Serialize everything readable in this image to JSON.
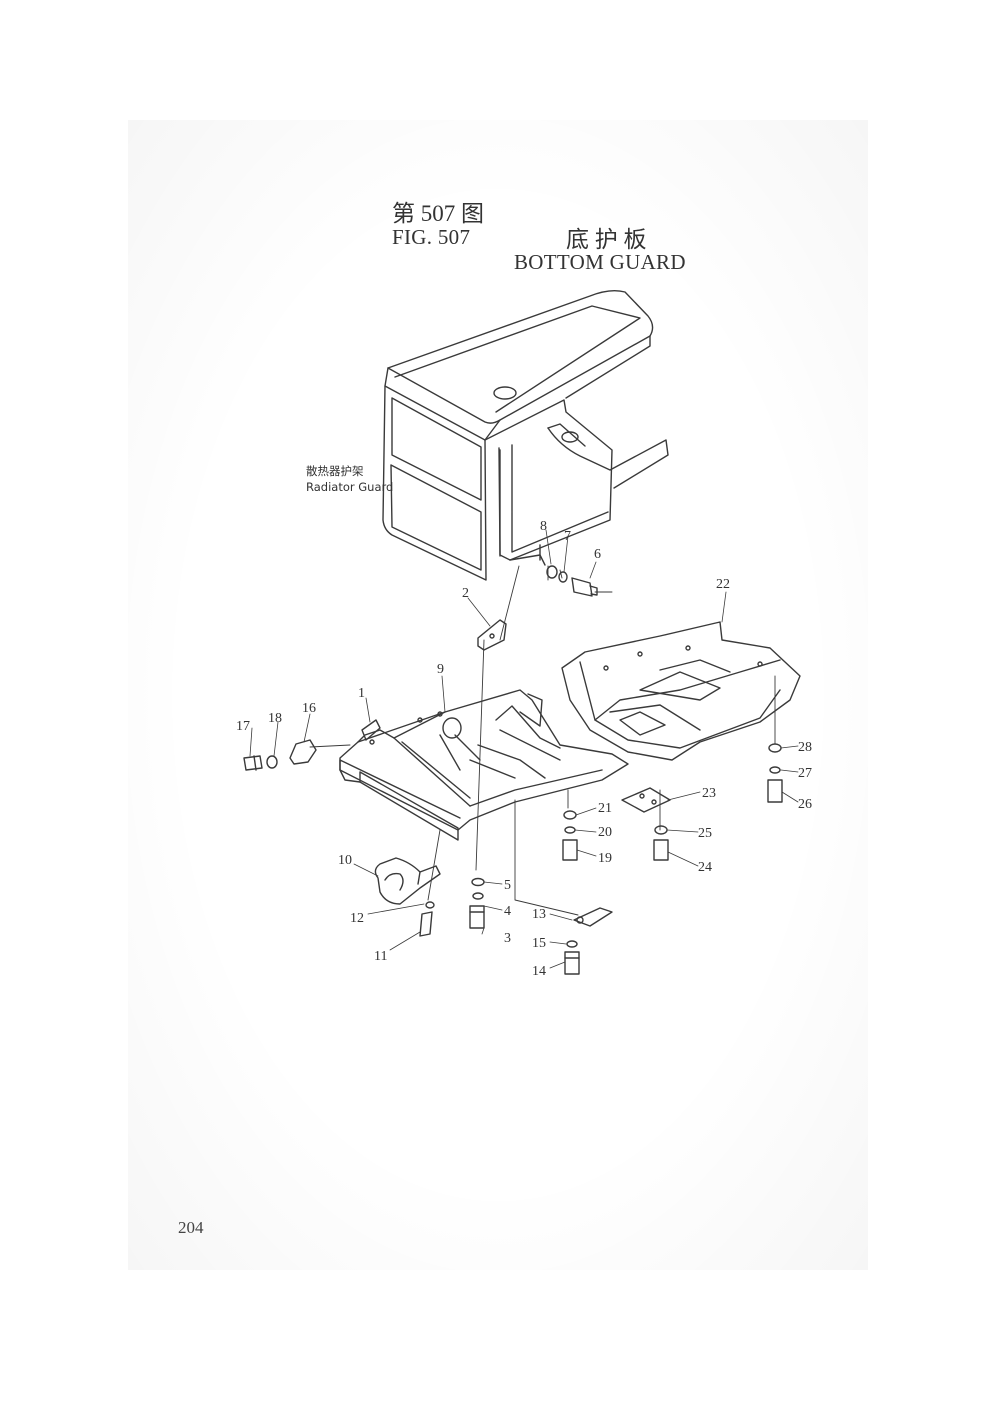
{
  "title": {
    "cn_fig": "第 507 图",
    "cn_name": "底 护 板",
    "en_fig": "FIG. 507",
    "en_name": "BOTTOM GUARD"
  },
  "labels": {
    "radiator_guard_cn": "散热器护架",
    "radiator_guard_en": "Radiator Guard"
  },
  "callouts": [
    "1",
    "2",
    "3",
    "4",
    "5",
    "6",
    "7",
    "8",
    "9",
    "10",
    "11",
    "12",
    "13",
    "14",
    "15",
    "16",
    "17",
    "18",
    "19",
    "20",
    "21",
    "22",
    "23",
    "24",
    "25",
    "26",
    "27",
    "28"
  ],
  "page_number": "204"
}
